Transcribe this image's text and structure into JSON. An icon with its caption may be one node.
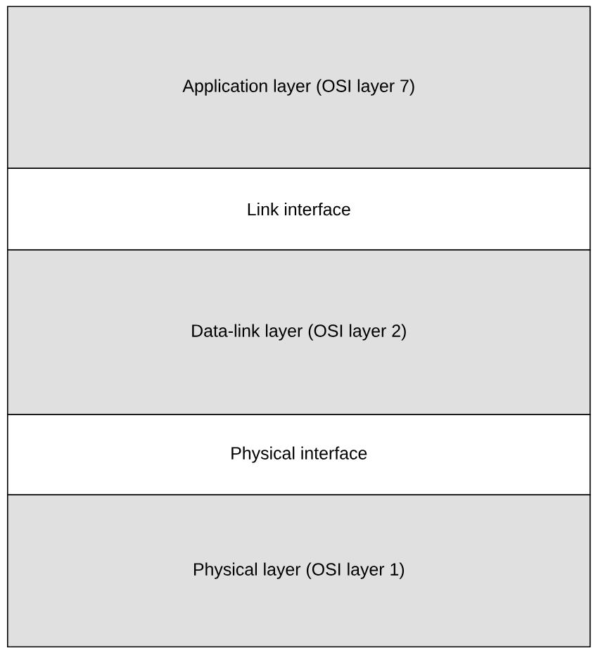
{
  "diagram": {
    "nodes": [
      {
        "text": [
          "Application layer (OSI layer 7)"
        ]
      },
      {
        "text": [
          "Link interface"
        ]
      },
      {
        "text": [
          "Data-link layer (OSI layer 2)"
        ]
      },
      {
        "text": [
          "Physical interface"
        ]
      },
      {
        "text": [
          "Physical layer (OSI layer 1)"
        ]
      }
    ]
  }
}
